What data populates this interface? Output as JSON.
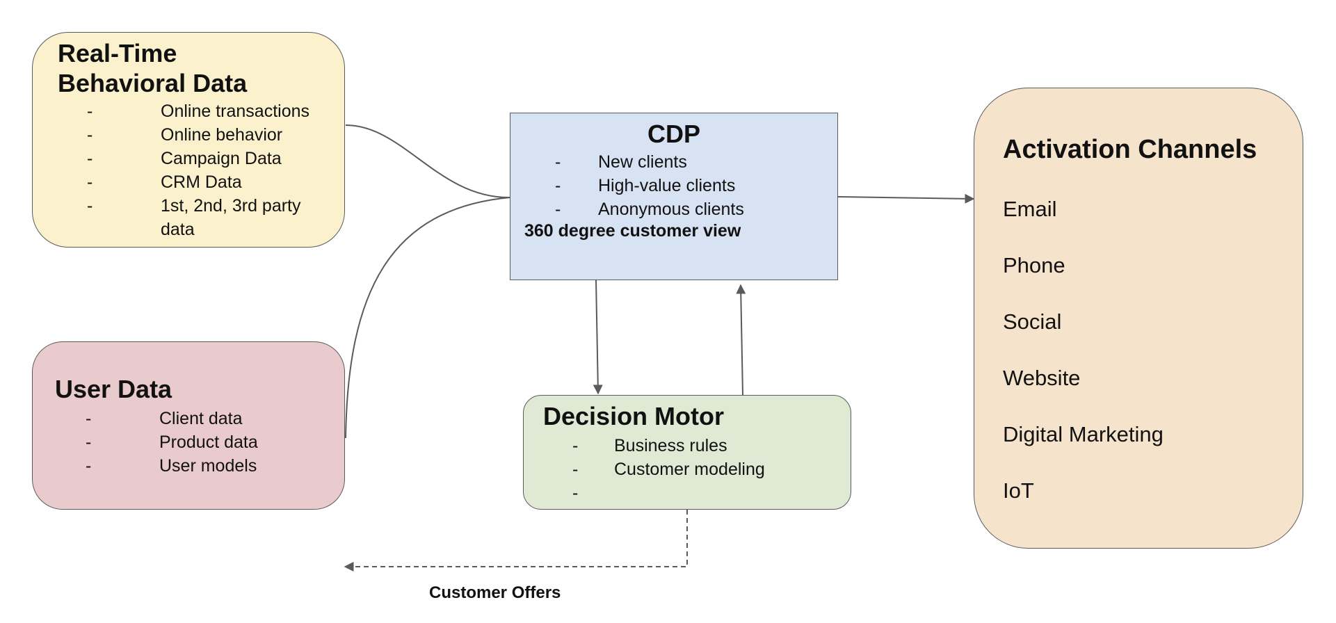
{
  "diagram": {
    "behavioral": {
      "title_line1": "Real-Time",
      "title_line2": "Behavioral Data",
      "bullet": "-",
      "items": [
        "Online transactions",
        "Online behavior",
        "Campaign Data",
        "CRM Data",
        "1st, 2nd, 3rd party",
        "data"
      ],
      "color": "#fbf1cc"
    },
    "user_data": {
      "title": "User Data",
      "bullet": "-",
      "items": [
        "Client data",
        "Product data",
        "User models"
      ],
      "color": "#eacbcd"
    },
    "cdp": {
      "title": "CDP",
      "bullet": "-",
      "items": [
        "New clients",
        "High-value clients",
        "Anonymous clients"
      ],
      "summary": "360 degree customer view",
      "color": "#d7e2f3"
    },
    "decision_motor": {
      "title": "Decision Motor",
      "bullet": "-",
      "items": [
        "Business rules",
        "Customer modeling",
        ""
      ],
      "color": "#dfe9d3"
    },
    "activation": {
      "title": "Activation Channels",
      "items": [
        "Email",
        "Phone",
        "Social",
        "Website",
        "Digital Marketing",
        "IoT"
      ],
      "color": "#f6e3cc"
    },
    "customer_offers_label": "Customer Offers",
    "line_color": "#5a5a5a"
  }
}
